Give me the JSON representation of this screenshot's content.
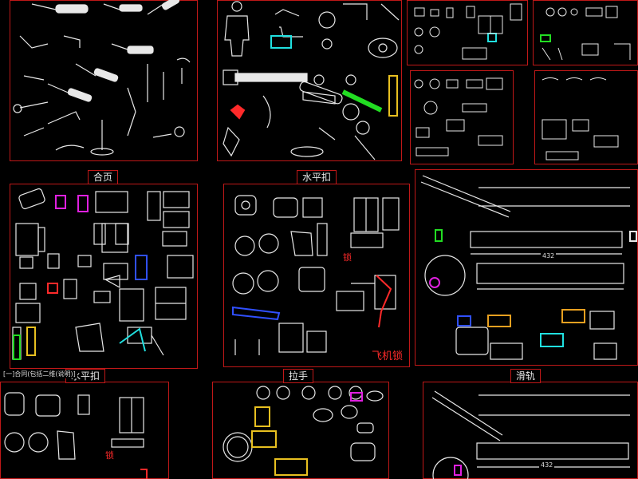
{
  "titles": {
    "hinge": "合页",
    "latch_1": "水平扣",
    "latch_2": "水平扣",
    "handle": "拉手",
    "slide": "滑轨",
    "lock_label_1": "锁",
    "lock_label_2": "锁",
    "plane_lock": "飞机锁",
    "hinge_series": "[一]合同(包括二维(说明)]",
    "slide_dim_1": "432",
    "slide_dim_2": "432"
  },
  "colors": {
    "background": "#000000",
    "frame": "#c01818",
    "line": "#e8e8e8",
    "accent_green": "#22dd22",
    "accent_magenta": "#e020e0",
    "accent_cyan": "#20e0e0",
    "accent_yellow": "#e8c020",
    "accent_blue": "#3050ff",
    "accent_red": "#ff2a2a"
  },
  "sheets": [
    {
      "name": "tools-sheet"
    },
    {
      "name": "fixtures-sheet"
    },
    {
      "name": "parts-grid-sheet"
    },
    {
      "name": "hinge-sheet"
    },
    {
      "name": "latch-sheet"
    },
    {
      "name": "slide-detail-sheet"
    },
    {
      "name": "latch-sheet-2"
    },
    {
      "name": "handle-sheet"
    },
    {
      "name": "slide-sheet"
    }
  ]
}
